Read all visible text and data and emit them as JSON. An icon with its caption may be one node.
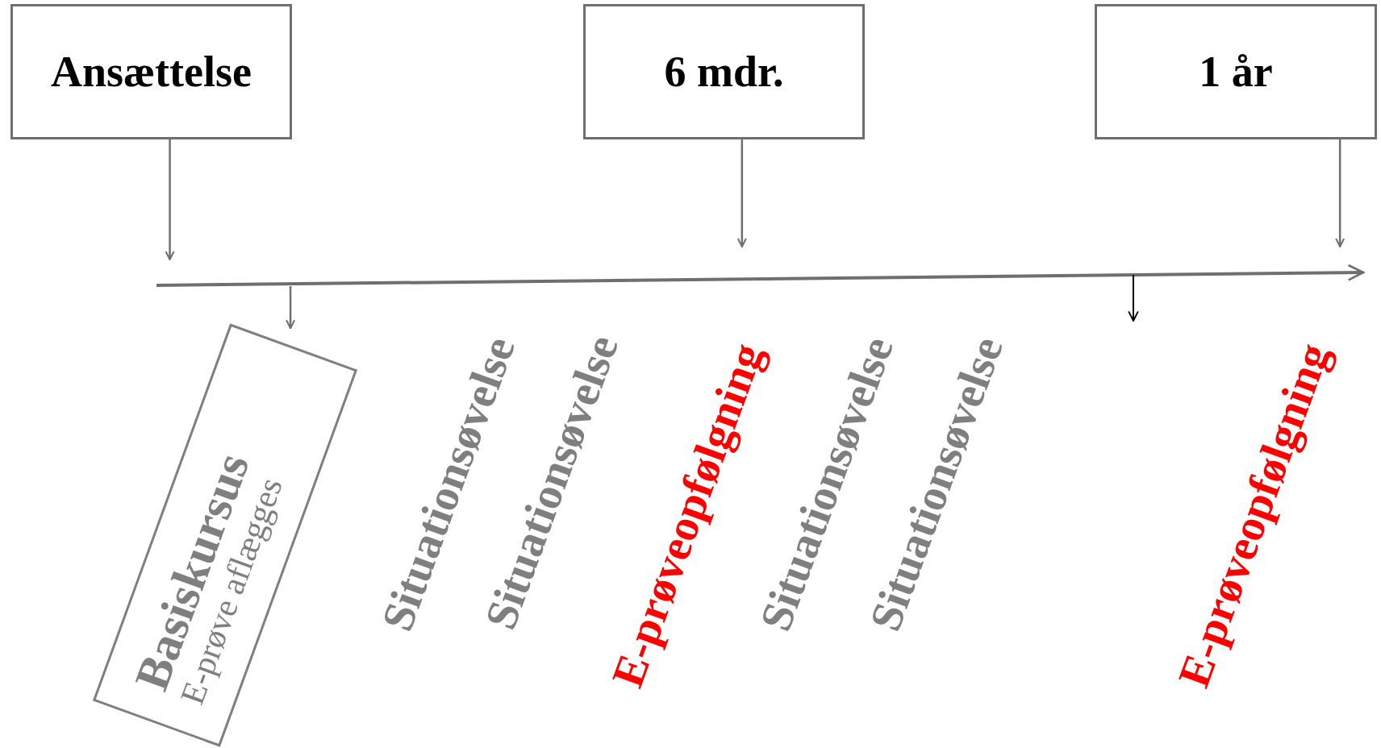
{
  "diagram": {
    "nodes": [
      {
        "text": [
          "Ansættelse"
        ]
      },
      {
        "text": [
          "6 mdr."
        ]
      },
      {
        "text": [
          "1 år"
        ]
      },
      {
        "text": [
          "Basiskursus",
          "E-prøve aflægges"
        ]
      }
    ],
    "edges": [
      {
        "from": 0,
        "to": null,
        "arrow": "to"
      },
      {
        "from": 1,
        "to": null,
        "arrow": "to"
      },
      {
        "from": 2,
        "to": null,
        "arrow": "to"
      },
      {
        "from": null,
        "to": 3,
        "arrow": "to"
      }
    ],
    "labels": [
      "Situationsøvelse",
      "Situationsøvelse",
      "E-prøveopfølgning",
      "Situationsøvelse",
      "Situationsøvelse",
      "E-prøveopfølgning"
    ]
  }
}
